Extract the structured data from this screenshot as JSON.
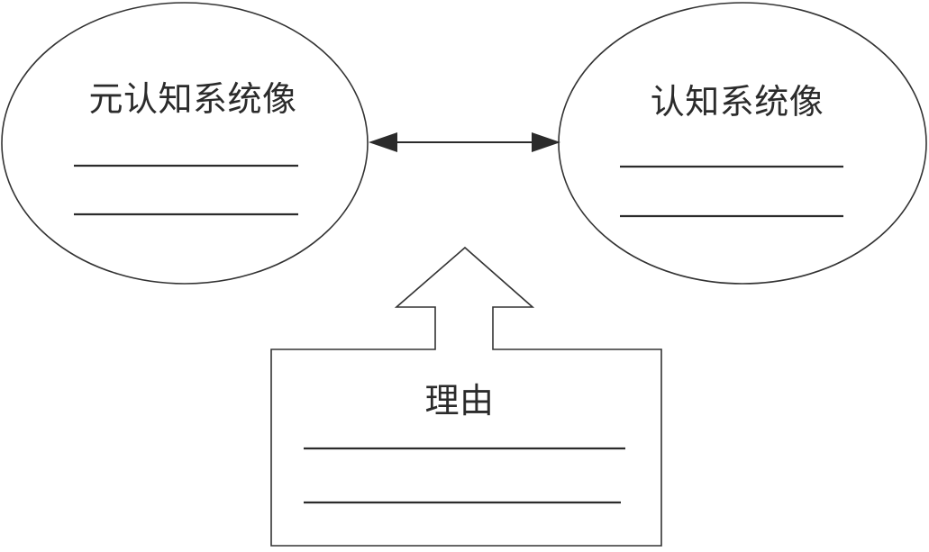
{
  "diagram": {
    "title": "metacognition-vs-cognition graphic organizer",
    "background_color": "#ffffff",
    "line_color": "#333333",
    "text_color": "#2b2b2b",
    "left_ellipse": {
      "label": "元认知系统像",
      "blank_lines": 2
    },
    "right_ellipse": {
      "label": "认知系统像",
      "blank_lines": 2
    },
    "connector": {
      "type": "double-headed-arrow",
      "direction": "horizontal"
    },
    "up_arrow": {
      "type": "block-arrow",
      "direction": "up"
    },
    "reason_box": {
      "label": "理由",
      "blank_lines": 2
    }
  }
}
